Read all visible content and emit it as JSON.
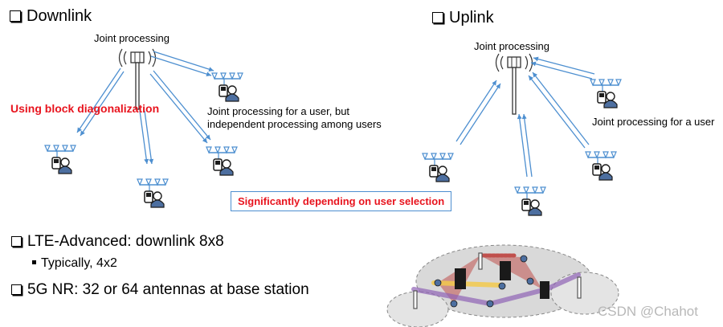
{
  "downlink": {
    "heading": "Downlink",
    "joint_processing_label": "Joint processing",
    "block_diag_label": "Using block diagonalization",
    "note_line1": "Joint processing for a user, but",
    "note_line2": "independent processing among users"
  },
  "uplink": {
    "heading": "Uplink",
    "joint_processing_label": "Joint processing",
    "note": "Joint processing for a user"
  },
  "banner": "Significantly depending on user selection",
  "bullets": {
    "lte": "LTE-Advanced: downlink 8x8",
    "lte_sub": "Typically, 4x2",
    "nr": "5G NR: 32 or 64 antennas at base station"
  },
  "watermark": "CSDN @Chahot",
  "colors": {
    "arrow_blue": "#4d8fd0",
    "red_text": "#e8141e",
    "link_red": "#c0504d",
    "link_purple": "#8e63b5",
    "link_yellow": "#f2c94c",
    "cell_fill": "#d9d9d9"
  }
}
